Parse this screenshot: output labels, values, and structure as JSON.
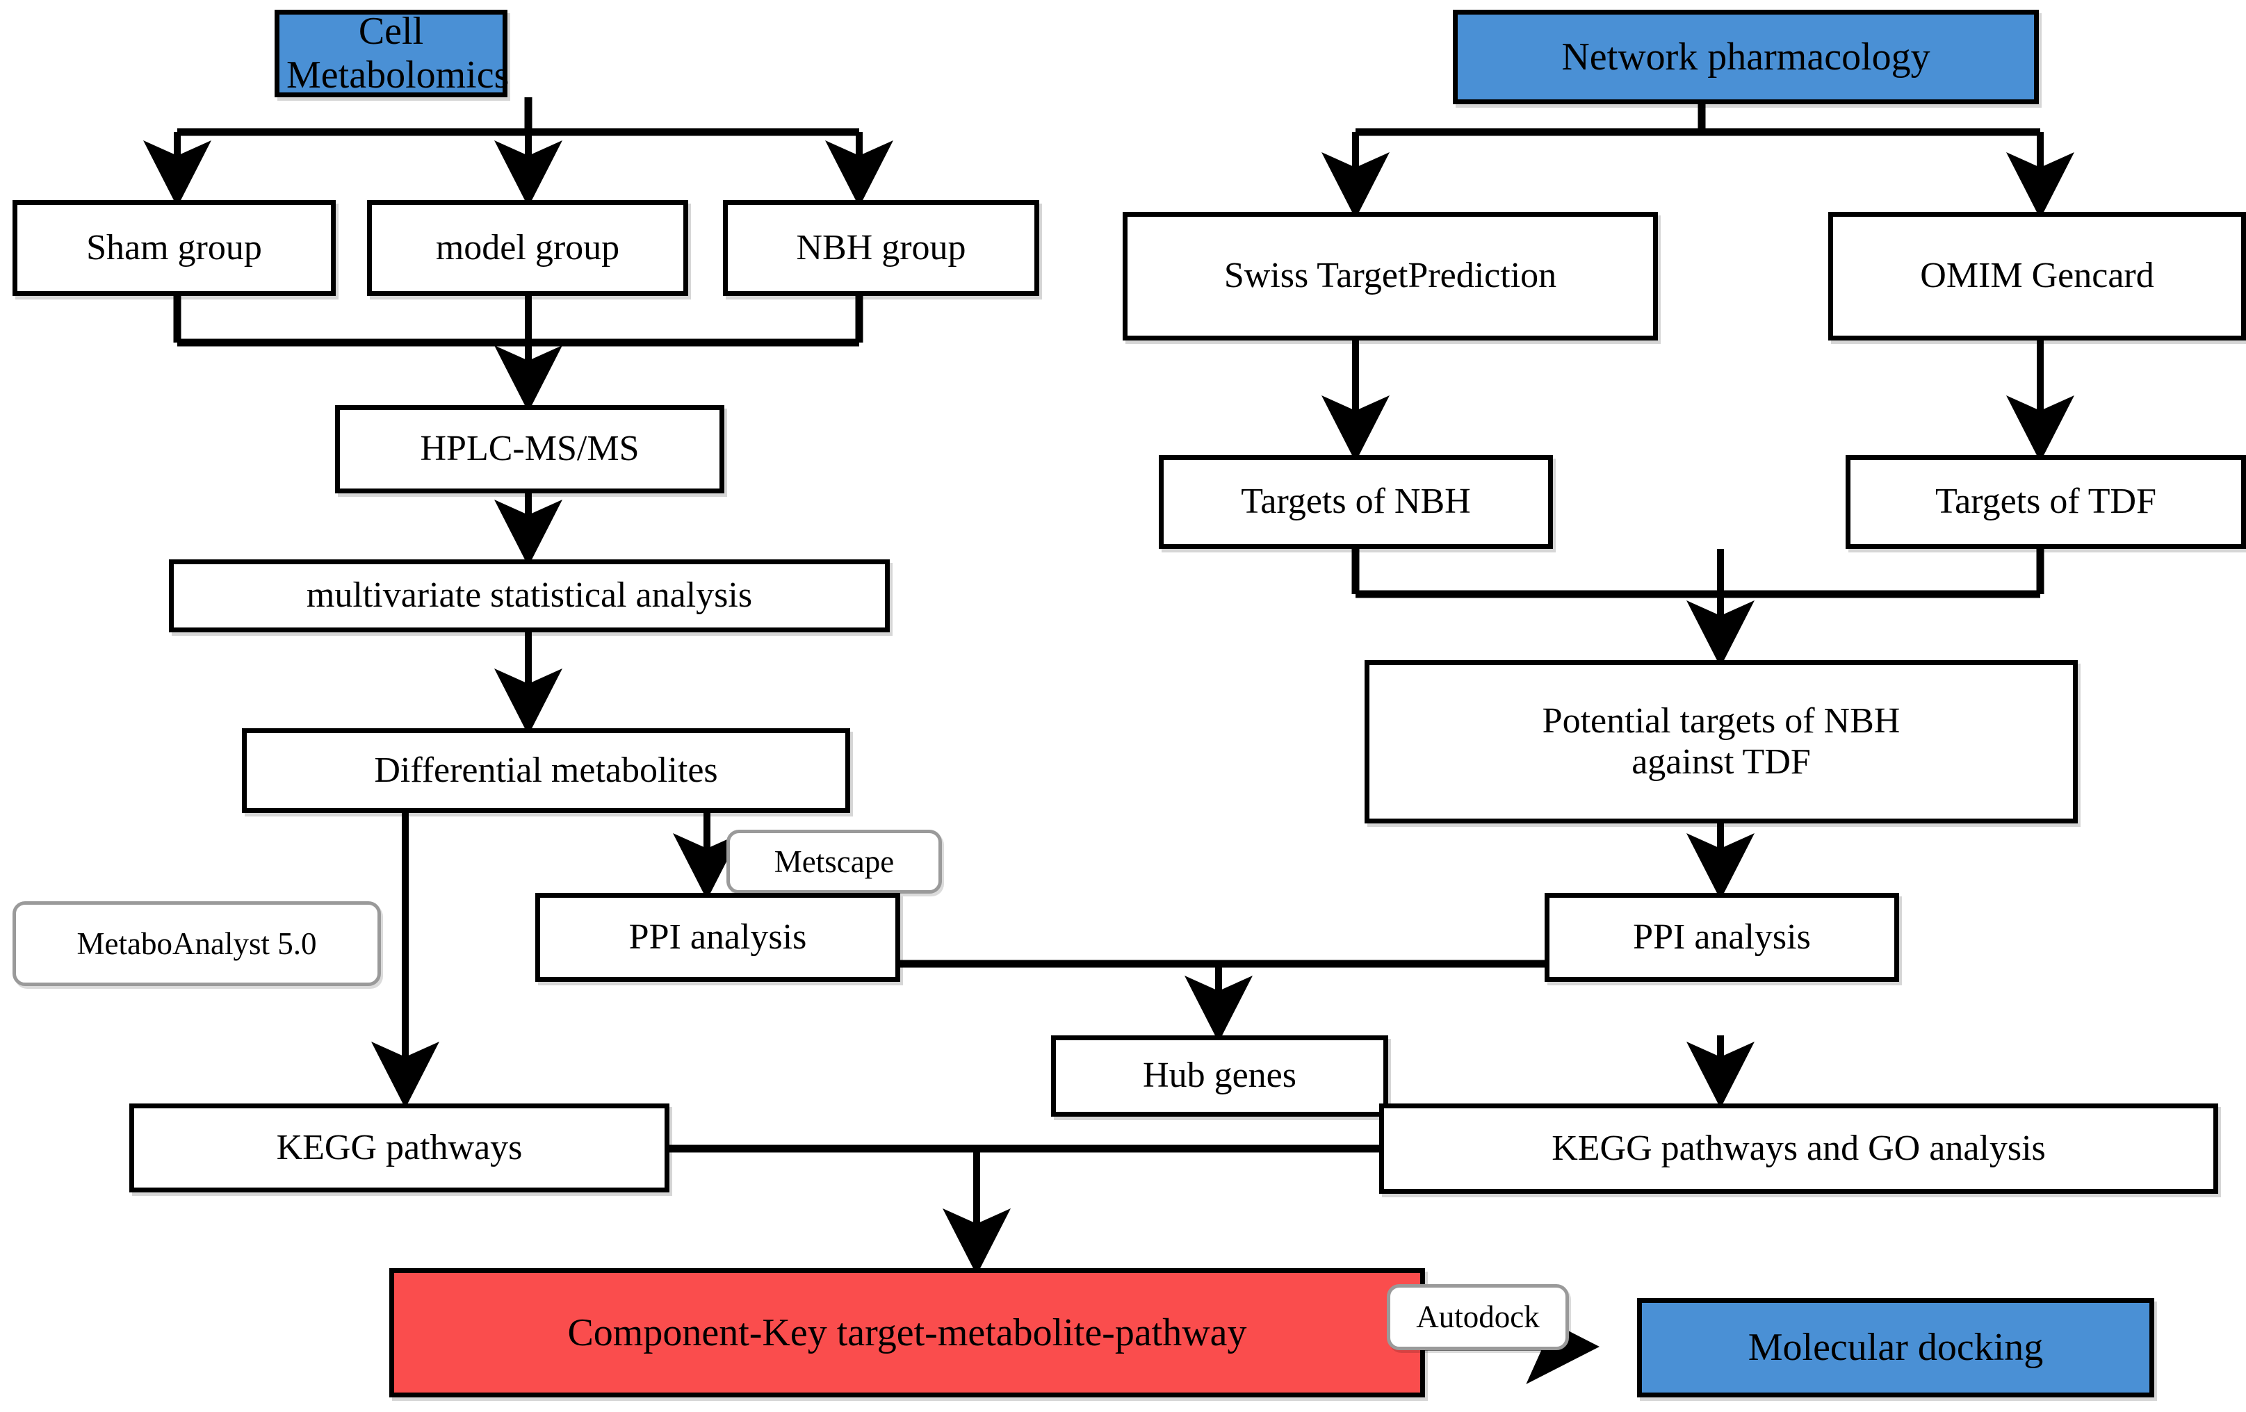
{
  "figure": {
    "type": "flowchart",
    "title": "Cell Metabolomics and Network Pharmacology workflow",
    "colors": {
      "blue": "#4A90D5",
      "red": "#FA4D4D",
      "box_border": "#000000",
      "tool_border": "#9a9a9a",
      "background": "#ffffff",
      "arrow": "#000000"
    }
  },
  "nodes": {
    "cell_metabolomics": "Cell Metabolomics",
    "network_pharmacology": "Network pharmacology",
    "sham_group": "Sham group",
    "model_group": "model group",
    "nbh_group": "NBH group",
    "hplc": "HPLC-MS/MS",
    "multivariate": "multivariate statistical analysis",
    "differential_metabolites": "Differential metabolites",
    "metaboanalyst": "MetaboAnalyst 5.0",
    "metscape": "Metscape",
    "ppi_left": "PPI analysis",
    "kegg_left": "KEGG pathways",
    "hub_genes": "Hub genes",
    "swiss": "Swiss TargetPrediction",
    "omim": "OMIM Gencard",
    "targets_nbh": "Targets of NBH",
    "targets_tdf": "Targets of TDF",
    "potential_targets": "Potential targets of NBH against TDF",
    "potential_targets_line1": "Potential targets of NBH",
    "potential_targets_line2": "against TDF",
    "ppi_right": "PPI analysis",
    "kegg_go_right": "KEGG pathways and GO analysis",
    "component_key": "Component-Key target-metabolite-pathway",
    "autodock": "Autodock",
    "molecular_docking": "Molecular docking"
  },
  "edges": [
    {
      "from": "cell_metabolomics",
      "to": "sham_group"
    },
    {
      "from": "cell_metabolomics",
      "to": "model_group"
    },
    {
      "from": "cell_metabolomics",
      "to": "nbh_group"
    },
    {
      "from": "sham_group",
      "to": "hplc"
    },
    {
      "from": "model_group",
      "to": "hplc"
    },
    {
      "from": "nbh_group",
      "to": "hplc"
    },
    {
      "from": "hplc",
      "to": "multivariate"
    },
    {
      "from": "multivariate",
      "to": "differential_metabolites"
    },
    {
      "from": "differential_metabolites",
      "to": "kegg_left"
    },
    {
      "from": "differential_metabolites",
      "to": "ppi_left"
    },
    {
      "from": "ppi_left",
      "to": "hub_genes"
    },
    {
      "from": "ppi_left",
      "to": "ppi_right"
    },
    {
      "from": "network_pharmacology",
      "to": "swiss"
    },
    {
      "from": "network_pharmacology",
      "to": "omim"
    },
    {
      "from": "swiss",
      "to": "targets_nbh"
    },
    {
      "from": "omim",
      "to": "targets_tdf"
    },
    {
      "from": "targets_nbh",
      "to": "potential_targets"
    },
    {
      "from": "targets_tdf",
      "to": "potential_targets"
    },
    {
      "from": "potential_targets",
      "to": "ppi_right"
    },
    {
      "from": "ppi_right",
      "to": "kegg_go_right"
    },
    {
      "from": "kegg_left",
      "to": "component_key"
    },
    {
      "from": "kegg_go_right",
      "to": "component_key"
    },
    {
      "from": "component_key",
      "to": "molecular_docking"
    }
  ],
  "annotations": {
    "metaboanalyst_for": "Differential metabolites to KEGG pathways",
    "metscape_for": "Differential metabolites to PPI analysis",
    "autodock_for": "Component-Key target-metabolite-pathway to Molecular docking"
  }
}
